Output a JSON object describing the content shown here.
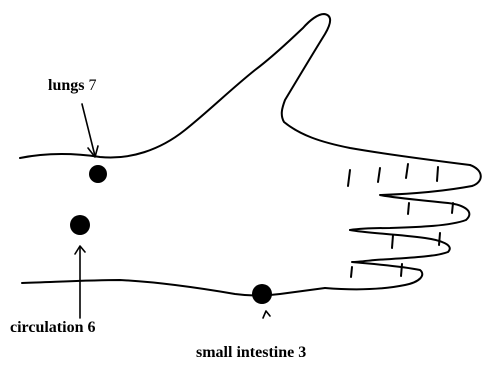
{
  "labels": {
    "lungs_name": "lungs",
    "lungs_number": "7",
    "circulation": "circulation 6",
    "small_intestine": "small intestine 3"
  },
  "acupoints": [
    {
      "name": "lungs 7"
    },
    {
      "name": "circulation 6"
    },
    {
      "name": "small intestine 3"
    }
  ],
  "colors": {
    "ink": "#000000",
    "background": "#ffffff"
  }
}
